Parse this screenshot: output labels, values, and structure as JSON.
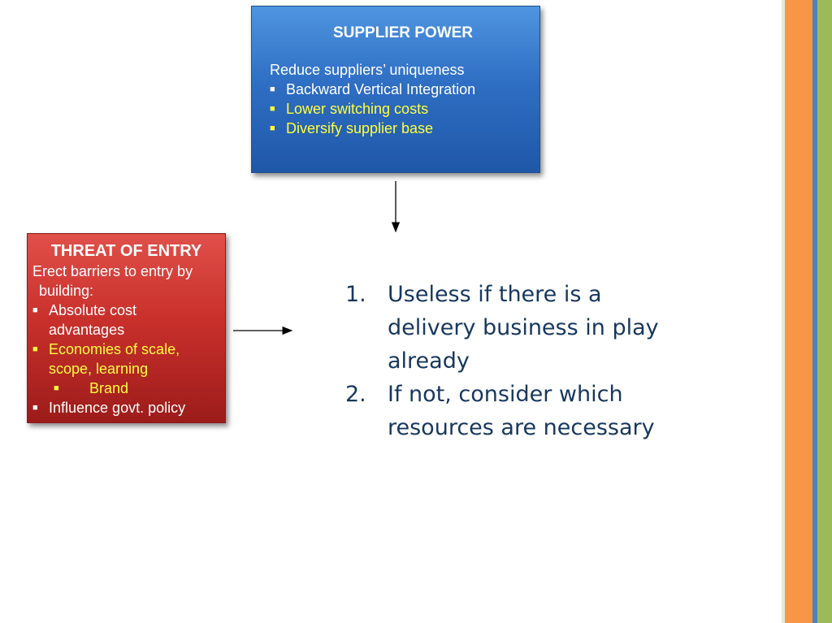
{
  "supplier_power": {
    "title": "SUPPLIER POWER",
    "subtitle": "Reduce suppliers’ uniqueness",
    "items": [
      {
        "text": "Backward Vertical Integration",
        "highlight": false
      },
      {
        "text": "Lower switching costs",
        "highlight": true
      },
      {
        "text": "Diversify supplier base",
        "highlight": true
      }
    ]
  },
  "threat_of_entry": {
    "title": "THREAT OF ENTRY",
    "intro_line1": "Erect barriers to entry by",
    "intro_line2": "building:",
    "item1_line1": "Absolute cost",
    "item1_line2": "advantages",
    "item2_line1": "Economies of scale,",
    "item2_line2": "scope, learning",
    "sub_item": "Brand",
    "item3": "Influence govt. policy"
  },
  "numbered_list": [
    {
      "num": "1.",
      "lines": [
        "Useless if there is a",
        "delivery business in play",
        "already"
      ]
    },
    {
      "num": "2.",
      "lines": [
        "If not, consider which",
        "resources are necessary"
      ]
    }
  ],
  "colors": {
    "supplier_box": "#2f6fc4",
    "entry_box": "#c9302c",
    "highlight_text": "#ffff3c",
    "list_text": "#17375e",
    "stripe_orange": "#f79646",
    "stripe_blue": "#4f81bd",
    "stripe_green": "#9bbb59"
  },
  "icons": {
    "bullet": "square-bullet-icon",
    "connector": "arrow-icon"
  }
}
